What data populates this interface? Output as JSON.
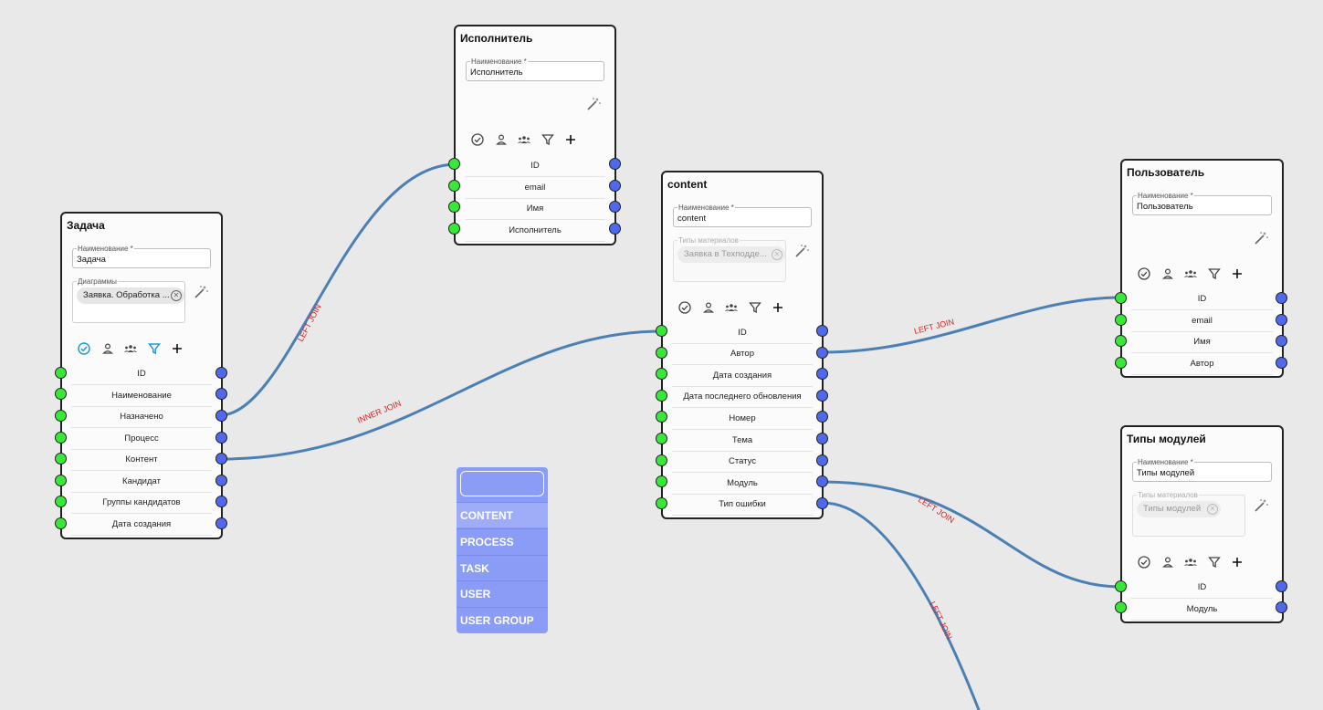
{
  "links": [
    {
      "label": "LEFT JOIN"
    },
    {
      "label": "INNER JOIN"
    },
    {
      "label": "LEFT JOIN"
    },
    {
      "label": "LEFT JOIN"
    },
    {
      "label": "LEFT JOIN"
    }
  ],
  "nodes": {
    "executor": {
      "title": "Исполнитель",
      "name_label": "Наименование *",
      "name_value": "Исполнитель",
      "rows": [
        "ID",
        "email",
        "Имя",
        "Исполнитель"
      ]
    },
    "task": {
      "title": "Задача",
      "name_label": "Наименование *",
      "name_value": "Задача",
      "diagrams_label": "Диаграммы",
      "diagrams_chip": "Заявка. Обработка ...",
      "rows": [
        "ID",
        "Наименование",
        "Назначено",
        "Процесс",
        "Контент",
        "Кандидат",
        "Группы кандидатов",
        "Дата создания"
      ]
    },
    "content": {
      "title": "content",
      "name_label": "Наименование *",
      "name_value": "content",
      "types_label": "Типы материалов",
      "types_chip": "Заявка в Техподде...",
      "rows": [
        "ID",
        "Автор",
        "Дата создания",
        "Дата последнего обновления",
        "Номер",
        "Тема",
        "Статус",
        "Модуль",
        "Тип ошибки"
      ]
    },
    "user": {
      "title": "Пользователь",
      "name_label": "Наименование *",
      "name_value": "Пользователь",
      "rows": [
        "ID",
        "email",
        "Имя",
        "Автор"
      ]
    },
    "module_types": {
      "title": "Типы модулей",
      "name_label": "Наименование *",
      "name_value": "Типы модулей",
      "types_label": "Типы материалов",
      "types_chip": "Типы модулей",
      "rows": [
        "ID",
        "Модуль"
      ]
    }
  },
  "dropdown": {
    "search_value": "",
    "options": [
      "CONTENT",
      "PROCESS",
      "TASK",
      "USER",
      "USER GROUP"
    ]
  },
  "colors": {
    "link": "#4a80b5",
    "link_label": "#e02020",
    "port_in": "#38e838",
    "port_out": "#4f68ec",
    "dropdown_bg": "#8b9cf7",
    "filter_active": "#1e9bd7"
  },
  "icons": [
    "check-circle-icon",
    "user-icon",
    "group-icon",
    "filter-icon",
    "plus-icon",
    "magic-wand-icon",
    "close-circle-icon"
  ]
}
